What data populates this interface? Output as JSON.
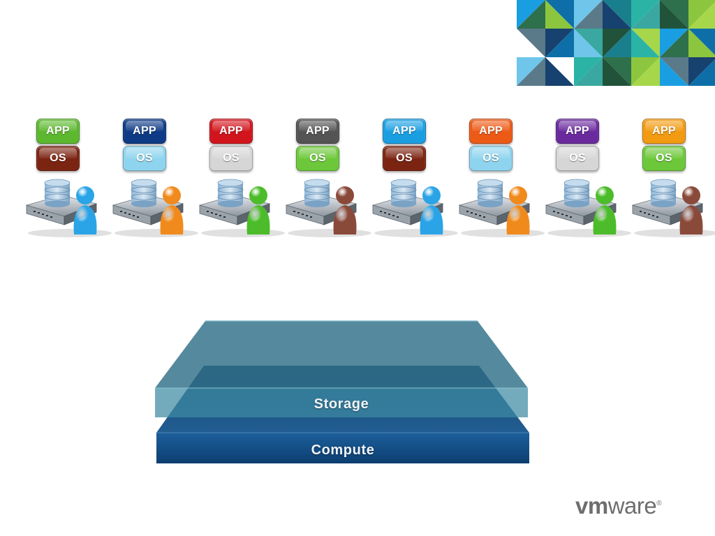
{
  "vms": [
    {
      "app_label": "APP",
      "os_label": "OS",
      "app_color": "#5cb82e",
      "os_color": "#7c2412",
      "os_text_color": "#ffffff",
      "person_color": "#2aa4e6"
    },
    {
      "app_label": "APP",
      "os_label": "OS",
      "app_color": "#0e3a86",
      "os_color": "#8fd4ee",
      "os_text_color": "#ffffff",
      "person_color": "#f08a1c"
    },
    {
      "app_label": "APP",
      "os_label": "OS",
      "app_color": "#d2141c",
      "os_color": "#d6d6d6",
      "os_text_color": "#ffffff",
      "person_color": "#4cbc2a"
    },
    {
      "app_label": "APP",
      "os_label": "OS",
      "app_color": "#545454",
      "os_color": "#6cc83a",
      "os_text_color": "#ffffff",
      "person_color": "#8a4a3a"
    },
    {
      "app_label": "APP",
      "os_label": "OS",
      "app_color": "#1a9ee2",
      "os_color": "#7c2412",
      "os_text_color": "#ffffff",
      "person_color": "#2aa4e6"
    },
    {
      "app_label": "APP",
      "os_label": "OS",
      "app_color": "#ec5a16",
      "os_color": "#8fd4ee",
      "os_text_color": "#ffffff",
      "person_color": "#f08a1c"
    },
    {
      "app_label": "APP",
      "os_label": "OS",
      "app_color": "#6a2a9e",
      "os_color": "#d6d6d6",
      "os_text_color": "#ffffff",
      "person_color": "#4cbc2a"
    },
    {
      "app_label": "APP",
      "os_label": "OS",
      "app_color": "#f29a10",
      "os_color": "#6cc83a",
      "os_text_color": "#ffffff",
      "person_color": "#8a4a3a"
    }
  ],
  "layers": {
    "storage_label": "Storage",
    "compute_label": "Compute",
    "storage_color": "#2f6f88",
    "compute_color": "#0e4a80"
  },
  "brand": {
    "vm_text": "vm",
    "ware_text": "ware",
    "reg_mark": "®"
  },
  "logo_colors": [
    "#1a9ee2",
    "#0e6fa8",
    "#6fc6ea",
    "#1a7f8c",
    "#2bb3a6",
    "#2e6f4c",
    "#8cc63f",
    "#5a7a8a",
    "#17416e",
    "#3aa8a0",
    "#20533a",
    "#a6d74a"
  ]
}
